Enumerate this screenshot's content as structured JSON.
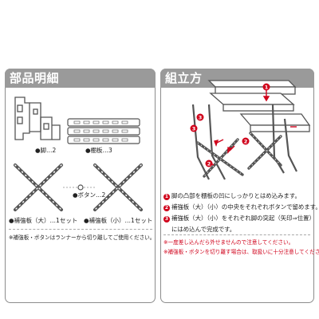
{
  "left": {
    "title": "部品明細",
    "leg_label": "●脚…2",
    "shelf_label": "●棚板…3",
    "button_label": "●ボタン…2",
    "brace_large_label": "●補強板（大）…1セット",
    "brace_small_label": "●補強板（小）…1セット",
    "note": "※補強板・ボタンはランナーから切り離してご使用ください。"
  },
  "right": {
    "title": "組立方",
    "step1": "脚の凸部を棚板の凹にしっかりとはめ込みます。",
    "step2": "補強板（大）（小）の中央をそれぞれボタンで留めます。",
    "step3_line1": "補強板（大）（小）をそれぞれ脚の突起（矢印⇒位置）",
    "step3_line2": "にはめ込んで完成です。",
    "note1": "※一度差し込んだら外せませんので注意してください。",
    "note2": "※補強板・ボタンを切り離す場合は、取扱いに十分注意してください。",
    "markers": [
      "1",
      "2",
      "3"
    ]
  },
  "colors": {
    "accent": "#d0021b",
    "header": "#9a9a9a",
    "border": "#8c8c8c"
  }
}
